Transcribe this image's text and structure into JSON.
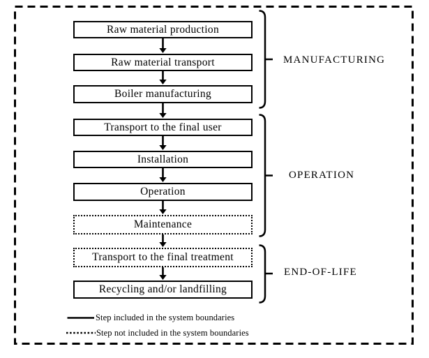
{
  "diagram": {
    "title_semantic": "Life cycle stages flowchart with system boundary",
    "colors": {
      "line": "#000000",
      "background": "#ffffff"
    },
    "boxes": [
      {
        "label": "Raw material production",
        "style": "solid"
      },
      {
        "label": "Raw material transport",
        "style": "solid"
      },
      {
        "label": "Boiler manufacturing",
        "style": "solid"
      },
      {
        "label": "Transport to the final user",
        "style": "solid"
      },
      {
        "label": "Installation",
        "style": "solid"
      },
      {
        "label": "Operation",
        "style": "solid"
      },
      {
        "label": "Maintenance",
        "style": "dotted"
      },
      {
        "label": "Transport to the final treatment",
        "style": "dotted"
      },
      {
        "label": "Recycling and/or landfilling",
        "style": "solid"
      }
    ],
    "groups": [
      {
        "label": "MANUFACTURING",
        "covers_boxes": [
          0,
          1,
          2
        ]
      },
      {
        "label": "OPERATION",
        "covers_boxes": [
          3,
          4,
          5,
          6
        ]
      },
      {
        "label": "END-OF-LIFE",
        "covers_boxes": [
          7,
          8
        ]
      }
    ],
    "legend": [
      {
        "line_style": "solid",
        "label": "Step included in the system boundaries"
      },
      {
        "line_style": "dotted",
        "label": "Step not included in the system boundaries"
      }
    ]
  }
}
